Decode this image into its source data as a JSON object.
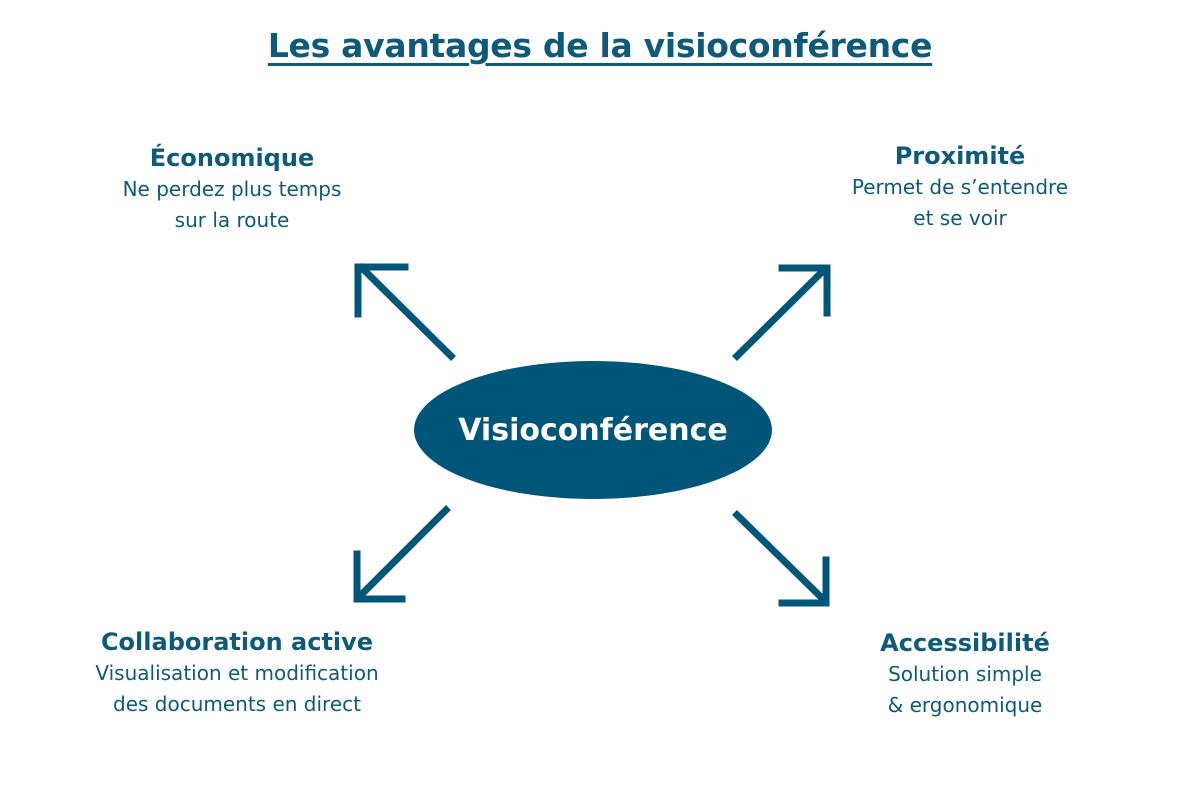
{
  "title": "Les avantages de la visioconférence",
  "center": {
    "label": "Visioconférence"
  },
  "benefits": {
    "top_left": {
      "heading": "Économique",
      "line1": "Ne perdez plus temps",
      "line2": "sur la route"
    },
    "top_right": {
      "heading": "Proximité",
      "line1": "Permet de s’entendre",
      "line2": "et se voir"
    },
    "bottom_left": {
      "heading": "Collaboration active",
      "line1": "Visualisation et modification",
      "line2": "des documents en direct"
    },
    "bottom_right": {
      "heading": "Accessibilité",
      "line1": "Solution simple",
      "line2": "& ergonomique"
    }
  },
  "colors": {
    "primary": "#005678",
    "text": "#0d5a7a",
    "background": "#ffffff"
  },
  "icons": {
    "arrow_up_left": "arrow-up-left-icon",
    "arrow_up_right": "arrow-up-right-icon",
    "arrow_down_left": "arrow-down-left-icon",
    "arrow_down_right": "arrow-down-right-icon"
  }
}
